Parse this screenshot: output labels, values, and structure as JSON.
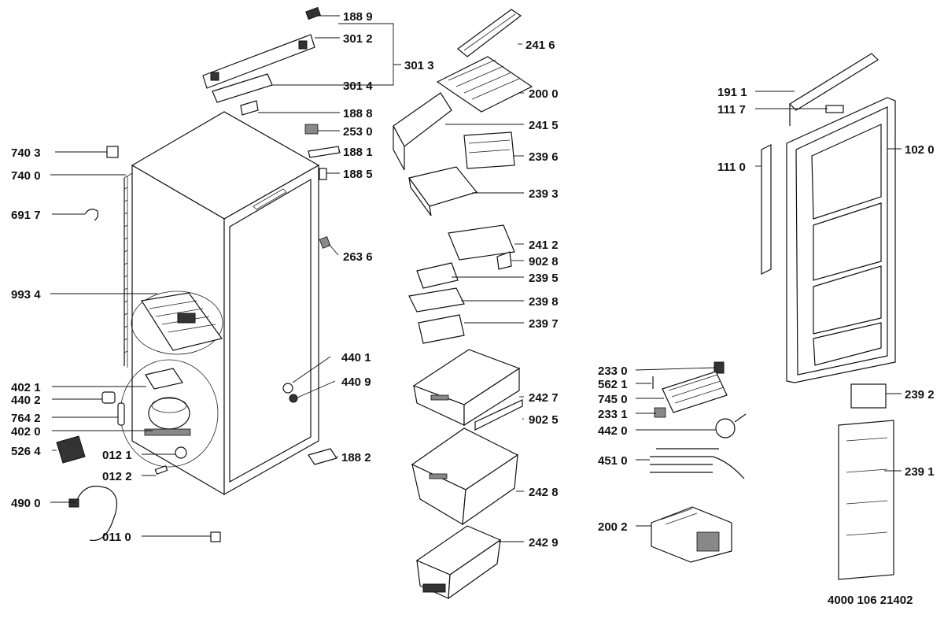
{
  "document_number": "4000 106 21402",
  "callouts": {
    "c1889": "188 9",
    "c3012": "301 2",
    "c3013": "301 3",
    "c3014": "301 4",
    "c1888": "188 8",
    "c2530": "253 0",
    "c1881": "188 1",
    "c1885": "188 5",
    "c2636": "263 6",
    "c7403": "740 3",
    "c7400": "740 0",
    "c6917": "691 7",
    "c9934": "993 4",
    "c4021": "402 1",
    "c4402": "440 2",
    "c7642": "764 2",
    "c4020": "402 0",
    "c5264": "526 4",
    "c0121": "012 1",
    "c0122": "012 2",
    "c4900": "490 0",
    "c0110": "011 0",
    "c4401": "440 1",
    "c4409": "440 9",
    "c1882": "188 2",
    "c2416": "241 6",
    "c2000": "200 0",
    "c2415": "241 5",
    "c2396": "239 6",
    "c2393": "239 3",
    "c2412": "241 2",
    "c9028": "902 8",
    "c2395": "239 5",
    "c2398": "239 8",
    "c2397": "239 7",
    "c2427": "242 7",
    "c9025": "902 5",
    "c2428": "242 8",
    "c2429": "242 9",
    "c2330": "233 0",
    "c5621": "562 1",
    "c7450": "745 0",
    "c2331": "233 1",
    "c4420": "442 0",
    "c4510": "451 0",
    "c2002": "200 2",
    "c1911": "191 1",
    "c1117": "111 7",
    "c1110": "111 0",
    "c1020": "102 0",
    "c2392": "239 2",
    "c2391": "239 1"
  }
}
